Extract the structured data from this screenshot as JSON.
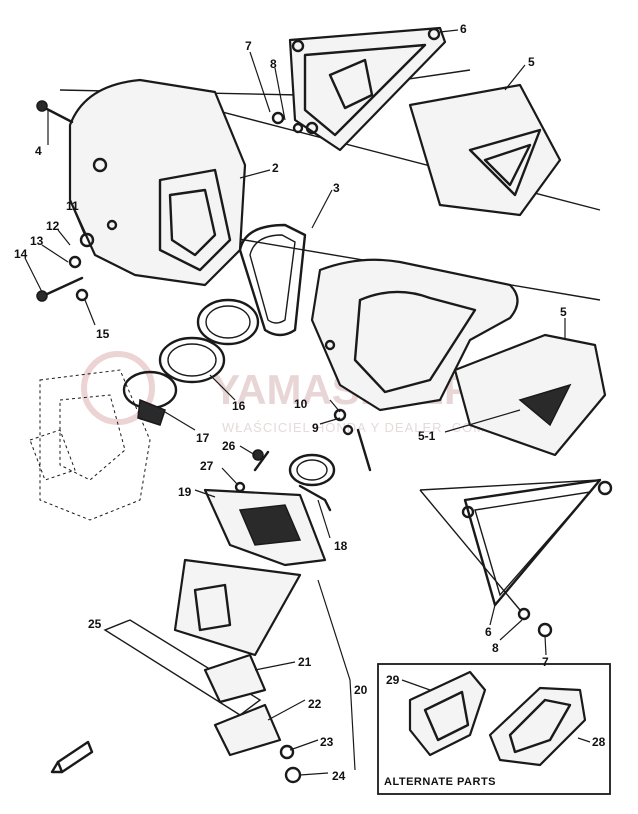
{
  "watermark": {
    "title": "YAMASKLEP.PL",
    "subtitle": "WŁAŚCICIEL HONDA Y DEALER .COM"
  },
  "alternate_parts": {
    "title": "ALTERNATE PARTS"
  },
  "callouts": {
    "c2": "2",
    "c3": "3",
    "c4": "4",
    "c5a": "5",
    "c5b": "5",
    "c5_1": "5-1",
    "c6a": "6",
    "c6b": "6",
    "c7a": "7",
    "c7b": "7",
    "c8a": "8",
    "c8b": "8",
    "c9": "9",
    "c10": "10",
    "c11": "11",
    "c12": "12",
    "c13": "13",
    "c14": "14",
    "c15": "15",
    "c16": "16",
    "c17": "17",
    "c18": "18",
    "c19": "19",
    "c20": "20",
    "c21": "21",
    "c22": "22",
    "c23": "23",
    "c24": "24",
    "c25": "25",
    "c26": "26",
    "c27": "27",
    "c28": "28",
    "c29": "29"
  }
}
